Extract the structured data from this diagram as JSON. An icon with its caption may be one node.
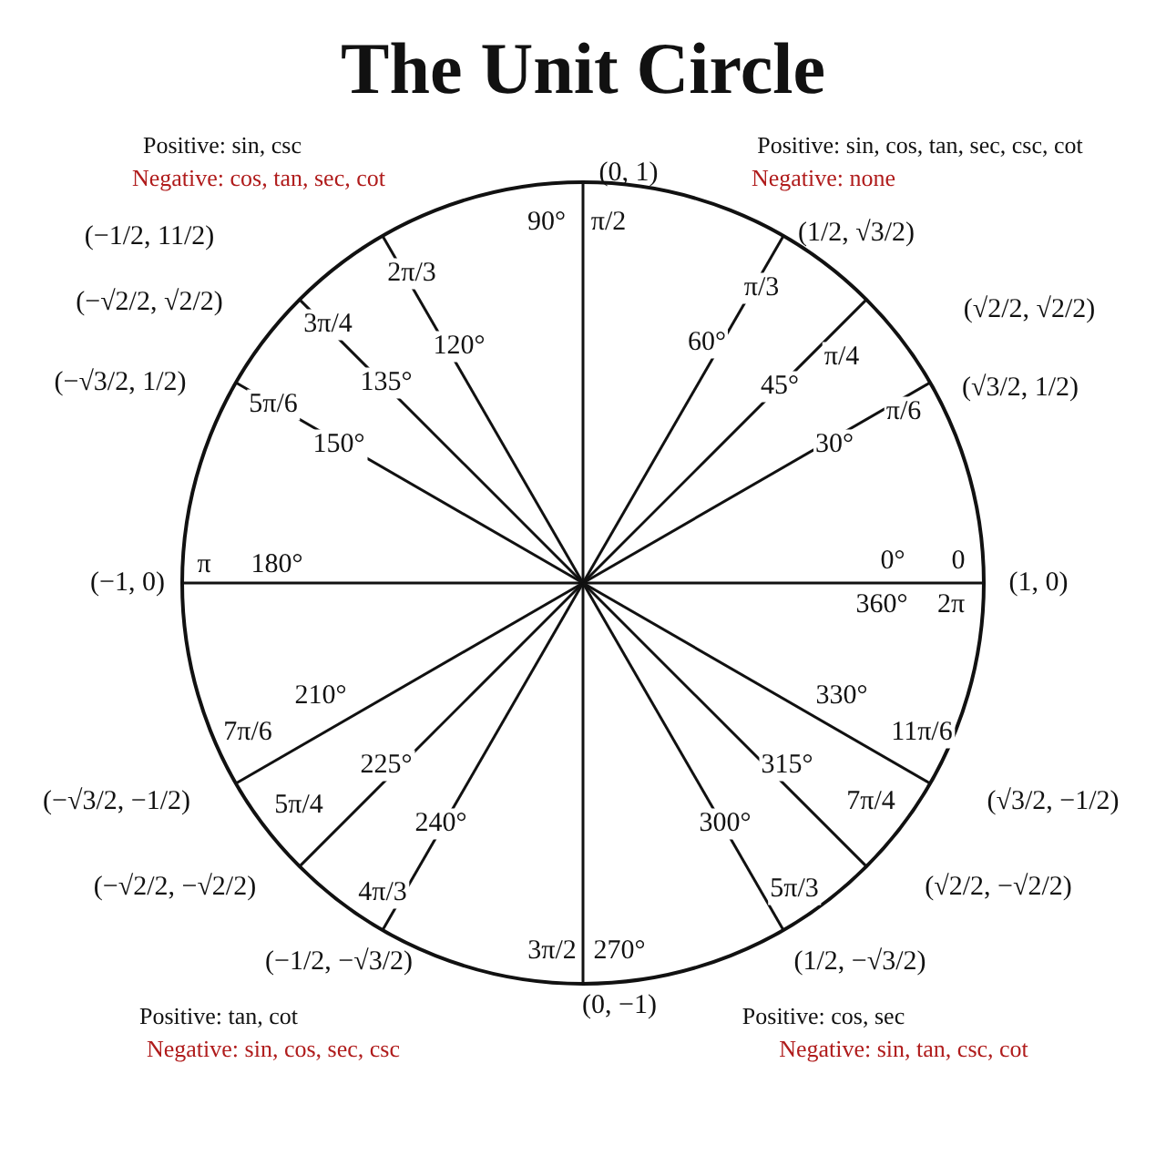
{
  "diagram": {
    "title": "The Unit Circle",
    "labels": [
      "Positive: sin, csc",
      "Positive: sin, cos, tan, sec, csc, cot",
      "Negative: cos, tan, sec, cot",
      "(0, 1)",
      "Negative: none",
      "90°",
      "π/2",
      "(−1/2, 11/2)",
      "2π/3",
      "120°",
      "(1/2, √3/2)",
      "π/3",
      "60°",
      "(−√2/2, √2/2)",
      "3π/4",
      "135°",
      "(√2/2, √2/2)",
      "π/4",
      "45°",
      "(−√3/2, 1/2)",
      "5π/6",
      "150°",
      "(√3/2, 1/2)",
      "π/6",
      "30°",
      "(−1, 0)",
      "π",
      "180°",
      "0°",
      "0",
      "(1, 0)",
      "360°",
      "2π",
      "210°",
      "7π/6",
      "330°",
      "11π/6",
      "(−√3/2, −1/2)",
      "225°",
      "(√3/2, −1/2)",
      "315°",
      "5π/4",
      "7π/4",
      "(−√2/2, −√2/2)",
      "240°",
      "300°",
      "(√2/2, −√2/2)",
      "4π/3",
      "5π/3",
      "3π/2",
      "270°",
      "(−1/2, −√3/2)",
      "(1/2, −√3/2)",
      "(0, −1)",
      "Positive: tan, cot",
      "Negative: sin, cos, sec, csc",
      "Positive: cos, sec",
      "Negative: sin, tan, csc, cot"
    ]
  }
}
